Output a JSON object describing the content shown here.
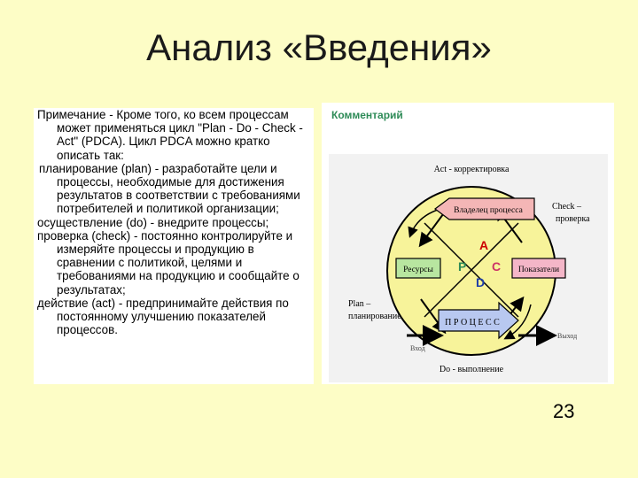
{
  "slide": {
    "title": "Анализ «Введения»",
    "page_number": "23"
  },
  "text": {
    "note_line1": "Примечание - Кроме того, ко всем процессам",
    "note_rest": "может применяться цикл \"Plan - Do - Check - Act\" (PDCA). Цикл PDCA можно кратко описать так:",
    "plan": "планирование (plan) - разработайте цели и процессы, необходимые для достижения результатов в соответствии с требованиями потребителей и политикой организации;",
    "do": "осуществление (do) - внедрите процессы;",
    "check": "проверка (check) - постоянно контролируйте и измеряйте процессы и продукцию в сравнении с политикой, целями и требованиями на продукцию и сообщайте о результатах;",
    "act": "действие (act) - предпринимайте действия по постоянному улучшению показателей процессов."
  },
  "comment": {
    "label": "Комментарий"
  },
  "diagram": {
    "act_top": "Act - корректировка",
    "check_label_1": "Check –",
    "check_label_2": "проверка",
    "plan_label_1": "Plan –",
    "plan_label_2": "планирование",
    "do_bottom": "Do - выполнение",
    "owner": "Владелец процесса",
    "resources": "Ресурсы",
    "indicators": "Показатели",
    "process": "П Р О Ц Е С С",
    "input": "Вход",
    "output": "Выход",
    "letter_a": "A",
    "letter_p": "P",
    "letter_c": "C",
    "letter_d": "D",
    "colors": {
      "circle_fill": "#f7f39a",
      "owner_fill": "#f4b6b6",
      "resources_fill": "#b8e6a0",
      "indicators_fill": "#f4b6c8",
      "process_fill": "#b8c8f0",
      "letter_a": "#cc0000",
      "letter_p": "#2e8b57",
      "letter_c": "#cc3366",
      "letter_d": "#1f3fa8"
    }
  }
}
